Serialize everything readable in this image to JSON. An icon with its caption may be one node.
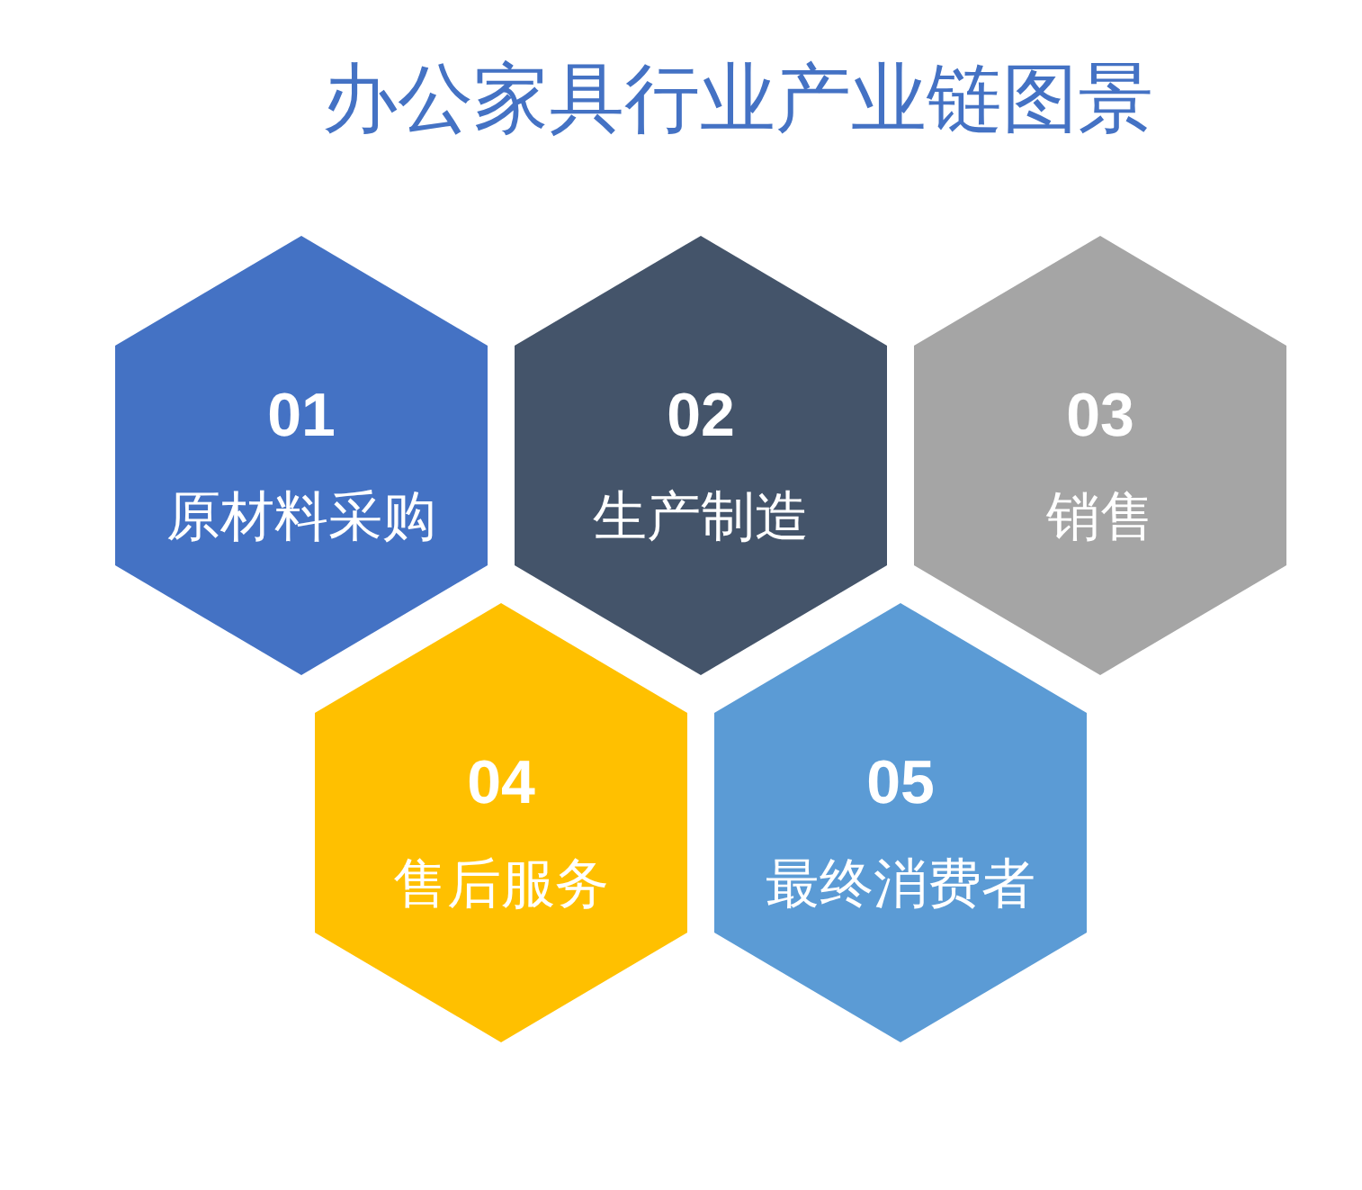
{
  "diagram": {
    "title": "办公家具行业产业链图景",
    "nodes": [
      {
        "text": [
          "01",
          "原材料采购"
        ]
      },
      {
        "text": [
          "02",
          "生产制造"
        ]
      },
      {
        "text": [
          "03",
          "销售"
        ]
      },
      {
        "text": [
          "04",
          "售后服务"
        ]
      },
      {
        "text": [
          "05",
          "最终消费者"
        ]
      }
    ]
  }
}
